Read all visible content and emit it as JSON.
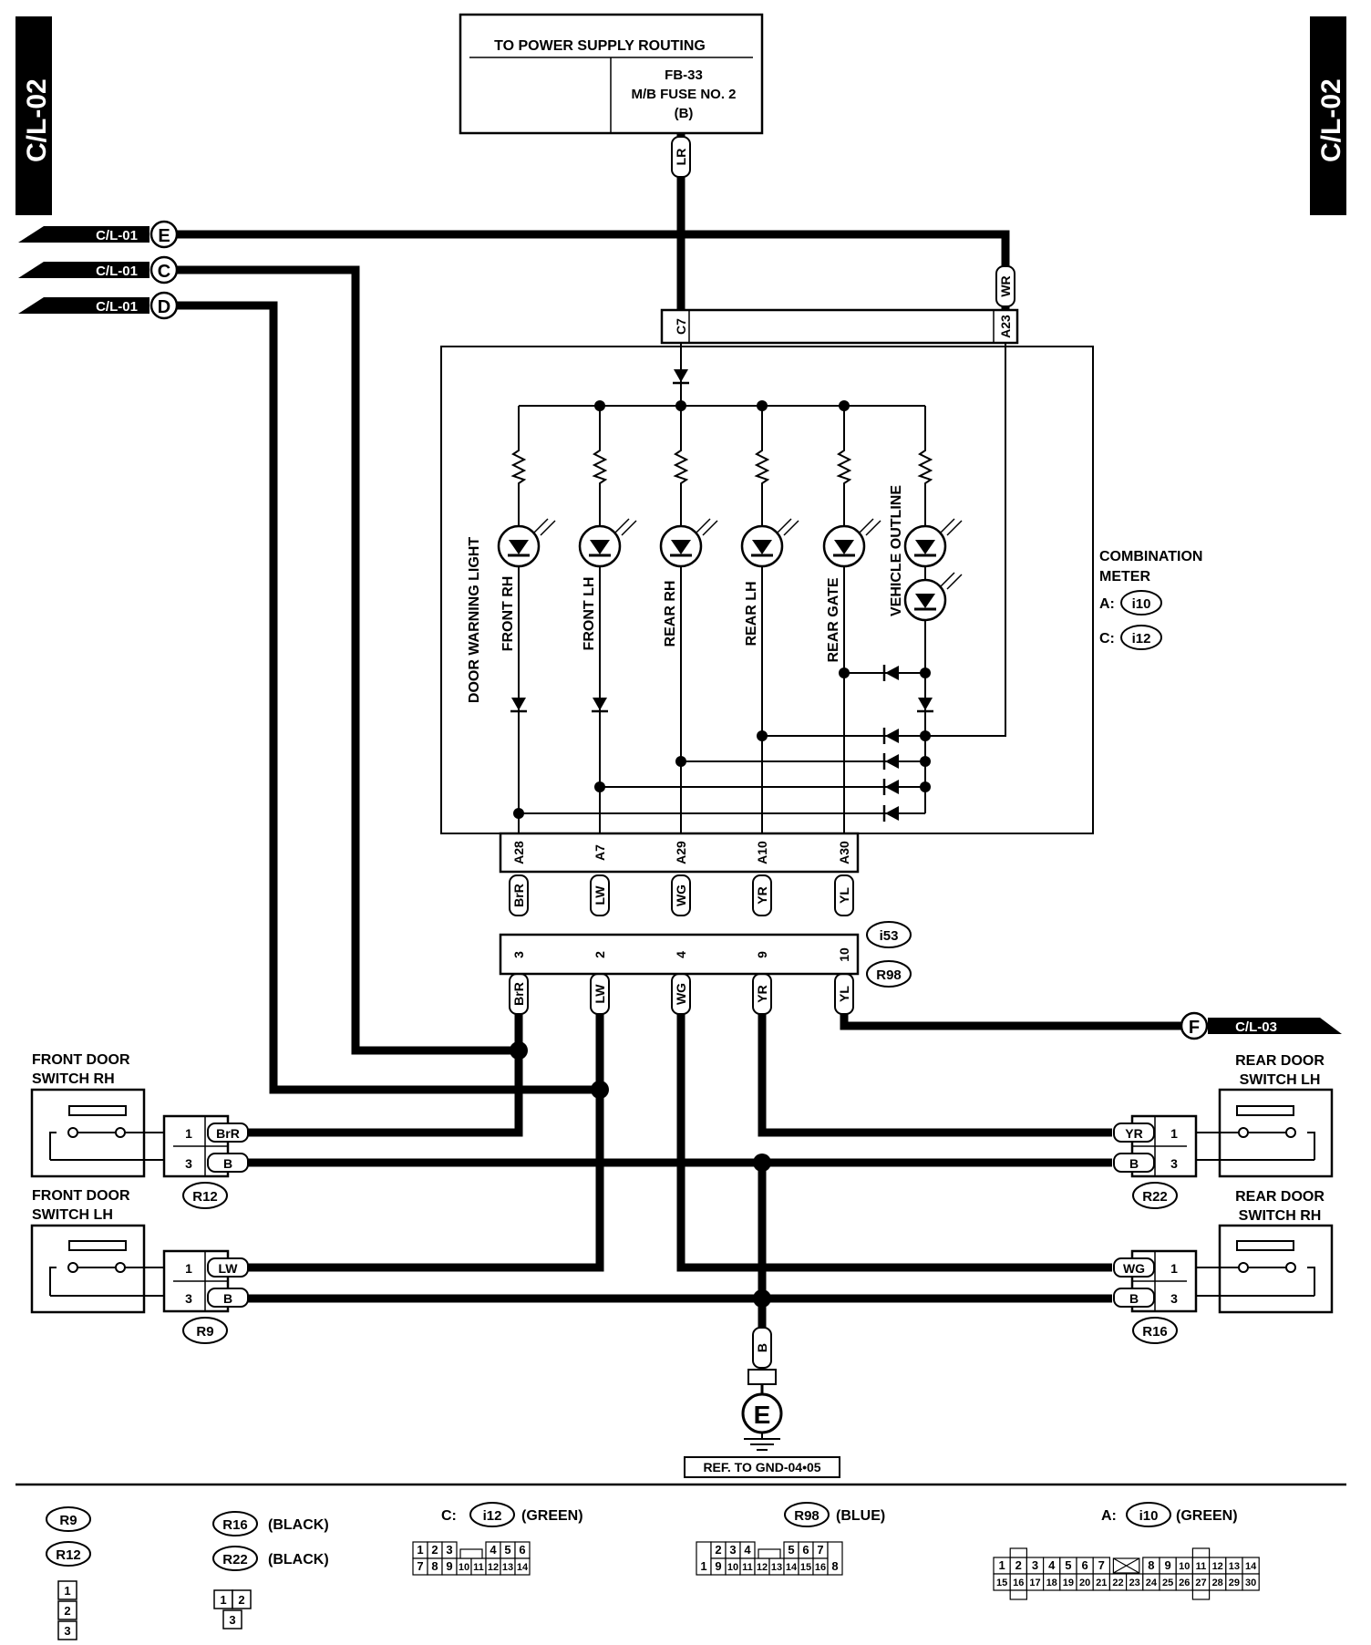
{
  "page_tag": "C/L-02",
  "power_supply": {
    "title": "TO POWER SUPPLY ROUTING",
    "line1": "FB-33",
    "line2": "M/B FUSE NO. 2",
    "line3": "(B)"
  },
  "wire_codes": {
    "lr": "LR",
    "wr": "WR",
    "brr": "BrR",
    "lw": "LW",
    "wg": "WG",
    "yr": "YR",
    "yl": "YL",
    "b": "B"
  },
  "meter_terminals": {
    "c7": "C7",
    "a23": "A23",
    "a28": "A28",
    "a7": "A7",
    "a29": "A29",
    "a10": "A10",
    "a30": "A30"
  },
  "joint_pins": {
    "p3": "3",
    "p2": "2",
    "p4": "4",
    "p9": "9",
    "p10": "10"
  },
  "connectors": {
    "i53": "i53",
    "r98": "R98",
    "i10": "i10",
    "i12": "i12",
    "r12": "R12",
    "r9": "R9",
    "r22": "R22",
    "r16": "R16"
  },
  "offpage": {
    "cl01": "C/L-01",
    "cl03": "C/L-03",
    "e": "E",
    "c": "C",
    "d": "D",
    "f": "F"
  },
  "combination_meter": {
    "line1": "COMBINATION",
    "line2": "METER",
    "a_prefix": "A:",
    "c_prefix": "C:"
  },
  "lamps": {
    "group": "DOOR WARNING LIGHT",
    "front_rh": "FRONT RH",
    "front_lh": "FRONT LH",
    "rear_rh": "REAR RH",
    "rear_lh": "REAR LH",
    "rear_gate": "REAR GATE",
    "vehicle_outline": "VEHICLE OUTLINE"
  },
  "switches": {
    "front_rh": [
      "FRONT DOOR",
      "SWITCH RH"
    ],
    "front_lh": [
      "FRONT DOOR",
      "SWITCH LH"
    ],
    "rear_lh": [
      "REAR DOOR",
      "SWITCH LH"
    ],
    "rear_rh": [
      "REAR DOOR",
      "SWITCH RH"
    ],
    "pin1": "1",
    "pin3": "3"
  },
  "ground": {
    "symbol": "E",
    "ref": "REF. TO GND-04•05"
  },
  "legend": {
    "black": "(BLACK)",
    "blue": "(BLUE)",
    "green": "(GREEN)",
    "c_prefix": "C:",
    "a_prefix": "A:",
    "pins_3": [
      "1",
      "2",
      "3"
    ],
    "c_row1": [
      "1",
      "2",
      "3",
      "4",
      "5",
      "6"
    ],
    "c_row2": [
      "7",
      "8",
      "9",
      "10",
      "11",
      "12",
      "13",
      "14"
    ],
    "r98_left": "1",
    "r98_right": "8",
    "r98_row1": [
      "2",
      "3",
      "4",
      "5",
      "6",
      "7"
    ],
    "r98_row2": [
      "9",
      "10",
      "11",
      "12",
      "13",
      "14",
      "15",
      "16"
    ],
    "a_row1": [
      "1",
      "2",
      "3",
      "4",
      "5",
      "6",
      "7",
      "8",
      "9",
      "10",
      "11",
      "12",
      "13",
      "14"
    ],
    "a_row2": [
      "15",
      "16",
      "17",
      "18",
      "19",
      "20",
      "21",
      "22",
      "23",
      "24",
      "25",
      "26",
      "27",
      "28",
      "29",
      "30"
    ]
  }
}
